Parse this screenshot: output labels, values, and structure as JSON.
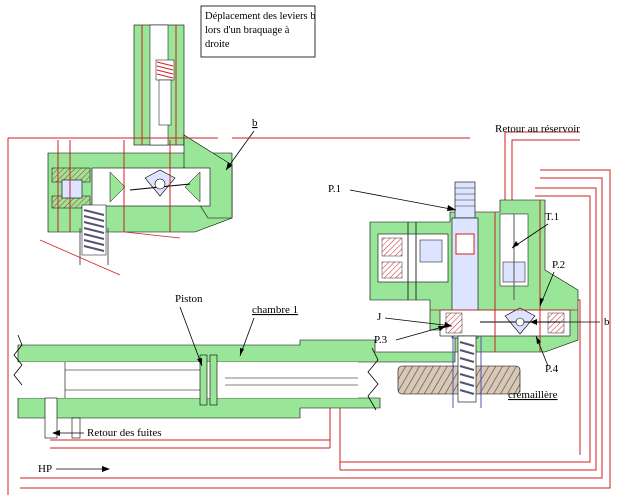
{
  "callout": {
    "line1": "Déplacement des leviers b",
    "line2": "lors d'un braquage à",
    "line3": "droite"
  },
  "labels": {
    "b_top": "b",
    "b_right": "b",
    "retour_reservoir": "Retour au réservoir",
    "p1": "P.1",
    "t1": "T.1",
    "p2": "P.2",
    "p3": "P.3",
    "p4": "P.4",
    "j": "J",
    "piston": "Piston",
    "chambre1": "chambre 1",
    "cremaillere": "crémaillère",
    "retour_fuites": "Retour des fuites",
    "hp": "HP"
  },
  "colors": {
    "body_fill": "#99e699",
    "oil_line": "#cc2222",
    "spring": "#555577",
    "hatch": "#cc2222",
    "outline": "#000000"
  }
}
